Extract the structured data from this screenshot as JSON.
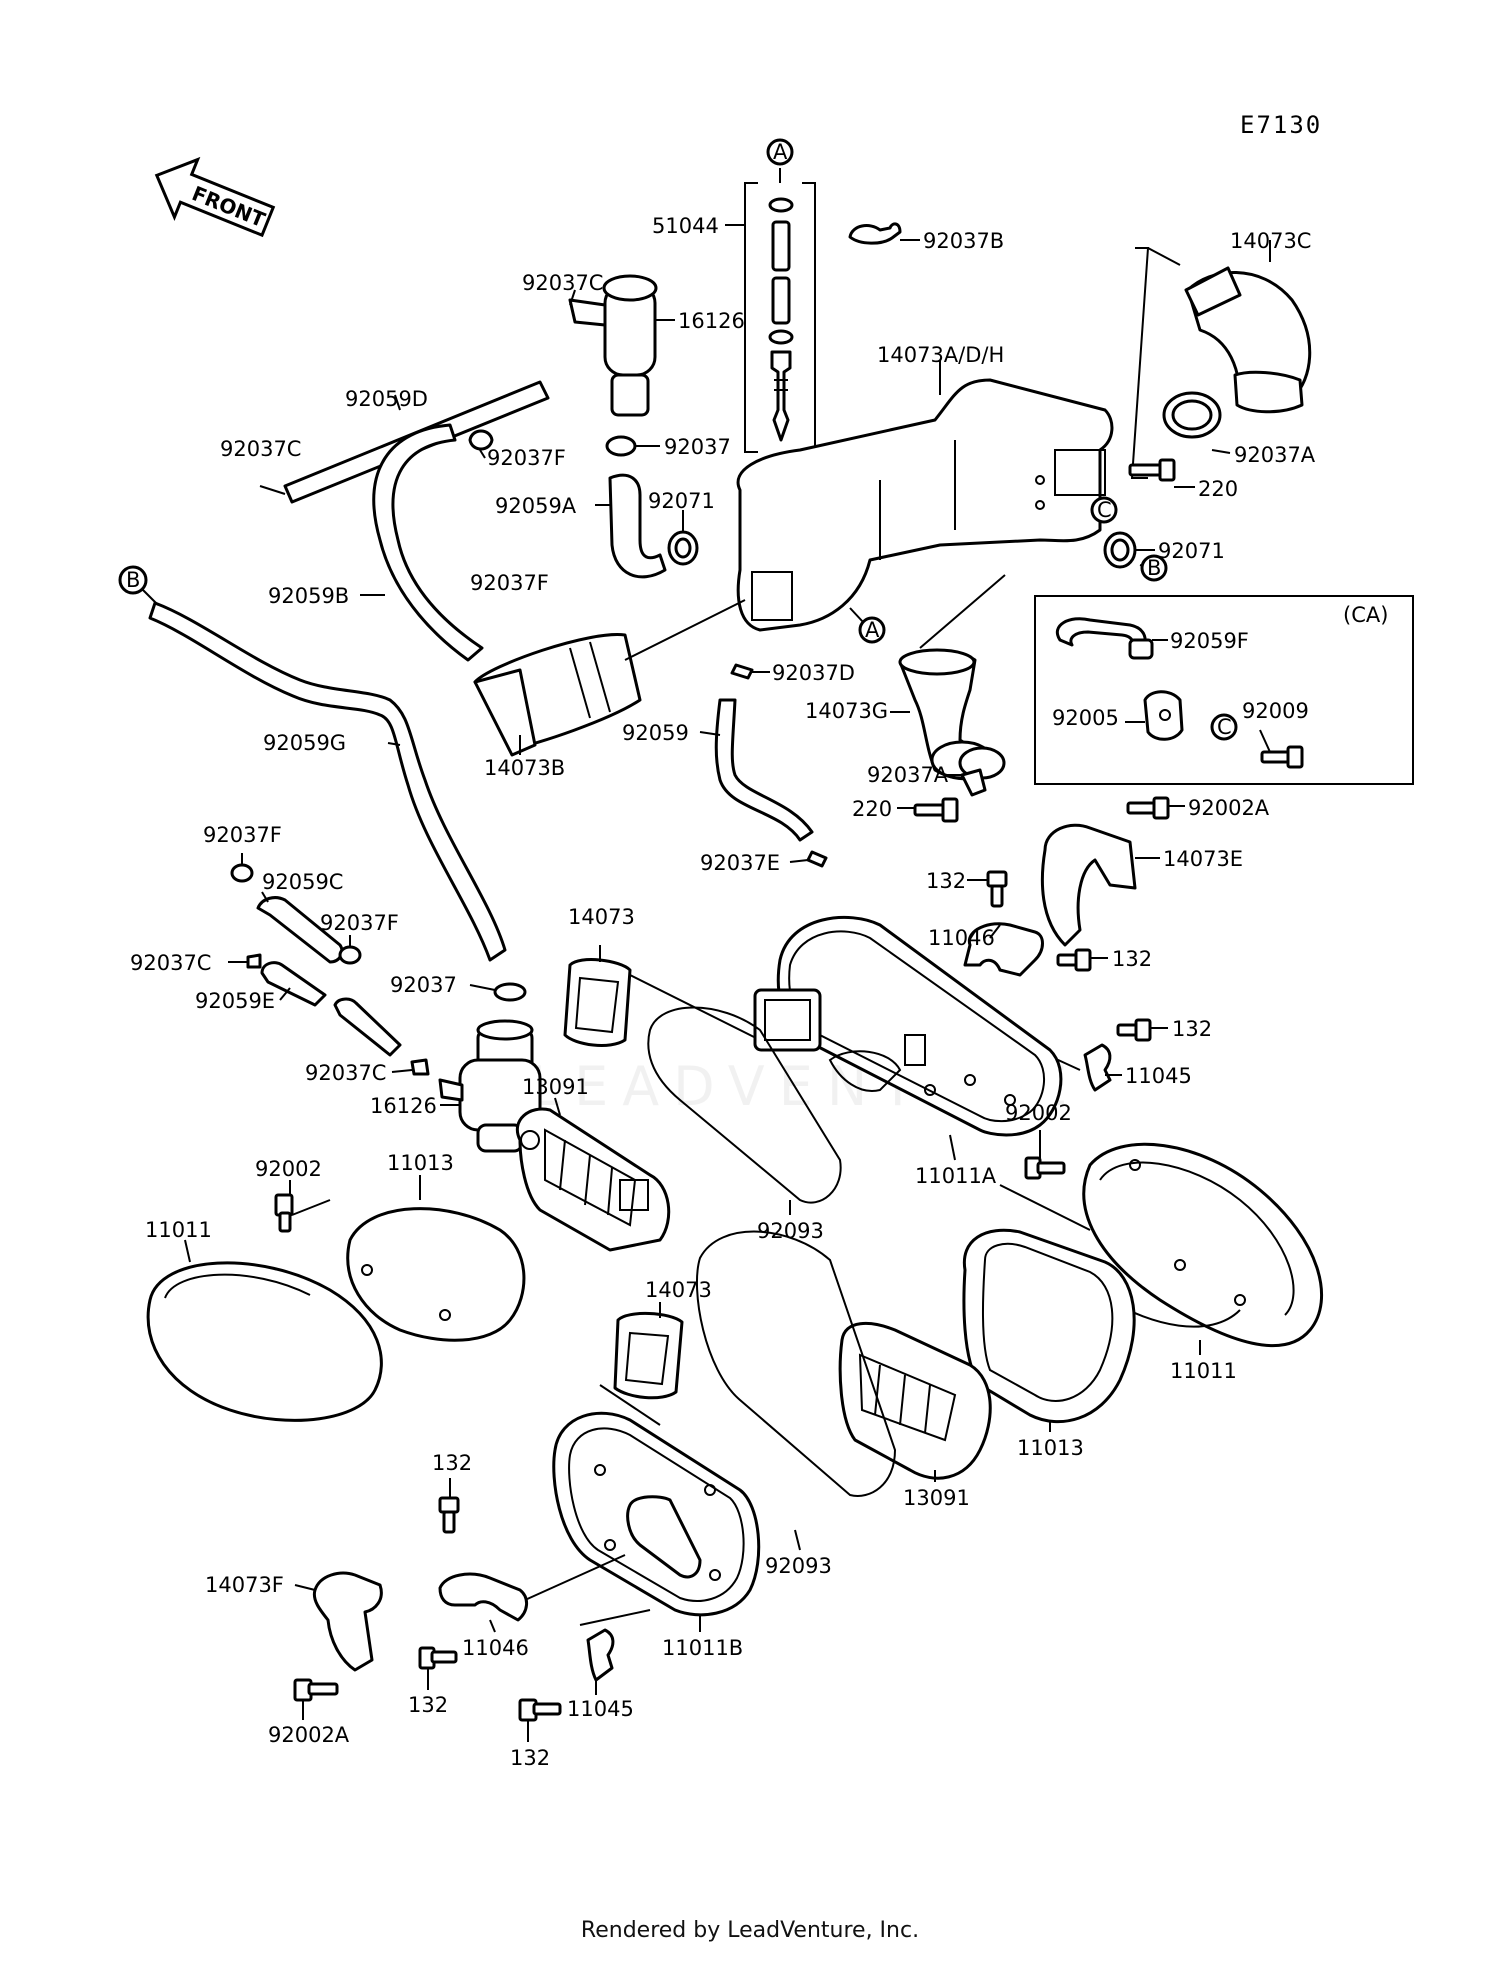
{
  "diagram": {
    "code": "E7130",
    "front_label": "FRONT",
    "variant_box_label": "(CA)",
    "watermark": "LEADVENTURE",
    "markers": {
      "a": "A",
      "b": "B",
      "c": "C"
    },
    "labels": {
      "p92037B": "92037B",
      "p14073C": "14073C",
      "p51044": "51044",
      "p92037C_top": "92037C",
      "p16126_top": "16126",
      "p14073ADH": "14073A/D/H",
      "p92059D": "92059D",
      "p92037C_left": "92037C",
      "p92037F_top": "92037F",
      "p92037_top": "92037",
      "p92037A_top": "92037A",
      "p220_top": "220",
      "p92059A": "92059A",
      "p92071_left": "92071",
      "p92071_right": "92071",
      "p92059B": "92059B",
      "p92037F_mid": "92037F",
      "p92059F": "92059F",
      "p92037D": "92037D",
      "p92005": "92005",
      "p92009": "92009",
      "p14073G": "14073G",
      "p92059G": "92059G",
      "p14073B": "14073B",
      "p92059": "92059",
      "p92037A_mid": "92037A",
      "p220_mid": "220",
      "p92002A_top": "92002A",
      "p14073E": "14073E",
      "p92037F_left": "92037F",
      "p92059C": "92059C",
      "p92037E": "92037E",
      "p132_a": "132",
      "p14073_top": "14073",
      "p11046_top": "11046",
      "p132_b": "132",
      "p92037F_low": "92037F",
      "p92037C_low": "92037C",
      "p92037_low": "92037",
      "p92059E": "92059E",
      "p132_c": "132",
      "p11045_top": "11045",
      "p92037C_bottom": "92037C",
      "p16126_low": "16126",
      "p13091_top": "13091",
      "p92002_right": "92002",
      "p11011A": "11011A",
      "p92002_left": "92002",
      "p11013_left": "11013",
      "p11011_left": "11011",
      "p92093_top": "92093",
      "p14073_low": "14073",
      "p11011_right": "11011",
      "p11013_right": "11013",
      "p13091_low": "13091",
      "p132_d": "132",
      "p14073F": "14073F",
      "p92093_low": "92093",
      "p11046_low": "11046",
      "p11011B": "11011B",
      "p132_e": "132",
      "p11045_low": "11045",
      "p92002A_low": "92002A",
      "p132_f": "132"
    }
  },
  "footer": {
    "text": "Rendered by LeadVenture, Inc."
  }
}
